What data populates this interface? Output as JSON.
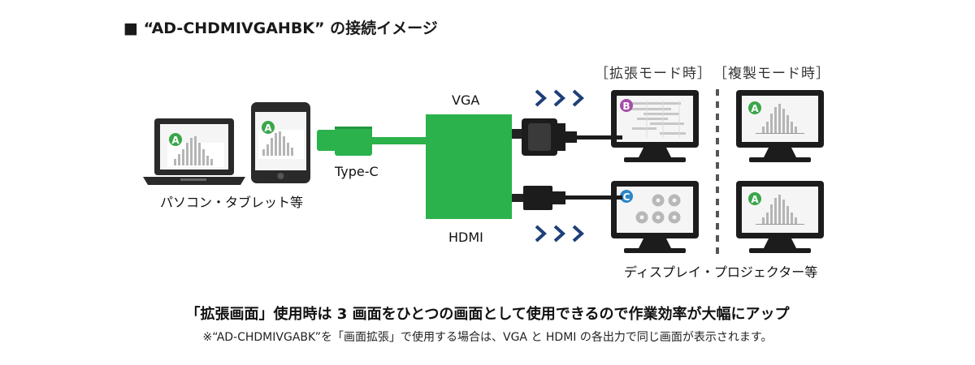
{
  "title": "■ “AD-CHDMIVGAHBK” の接続イメージ",
  "source": {
    "label": "パソコン・タブレット等",
    "badge": "A"
  },
  "cable_label": "Type-C",
  "adapter": {
    "top_label": "VGA",
    "bottom_label": "HDMI",
    "color": "#2bb24c"
  },
  "modes": {
    "extended": "［拡張モード時］",
    "mirror": "［複製モード時］"
  },
  "displays_label": "ディスプレイ・プロジェクター等",
  "screens": {
    "vga_extended": "B",
    "hdmi_extended": "C",
    "mirror_top": "A",
    "mirror_bottom": "A"
  },
  "colors": {
    "badge_green": "#3aa64a",
    "badge_purple": "#a64ca6",
    "badge_blue": "#2b86c8",
    "arrow": "#1f3f7a"
  },
  "caption_main": "「拡張画面」使用時は 3 画面をひとつの画面として使用できるので作業効率が大幅にアップ",
  "caption_note": "※“AD-CHDMIVGABK”を「画面拡張」で使用する場合は、VGA と HDMI の各出力で同じ画面が表示されます。"
}
